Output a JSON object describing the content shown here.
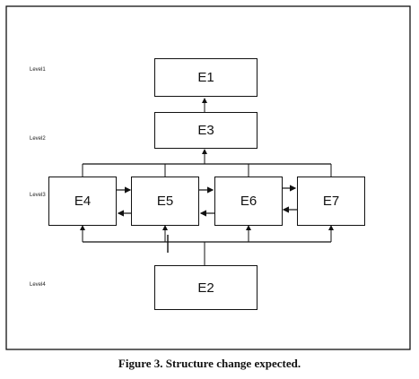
{
  "levels": {
    "level1": "Level1",
    "level2": "Level2",
    "level3": "Level3",
    "level4": "Level4"
  },
  "nodes": {
    "e1": "E1",
    "e2": "E2",
    "e3": "E3",
    "e4": "E4",
    "e5": "E5",
    "e6": "E6",
    "e7": "E7"
  },
  "caption": "Figure 3. Structure change expected."
}
